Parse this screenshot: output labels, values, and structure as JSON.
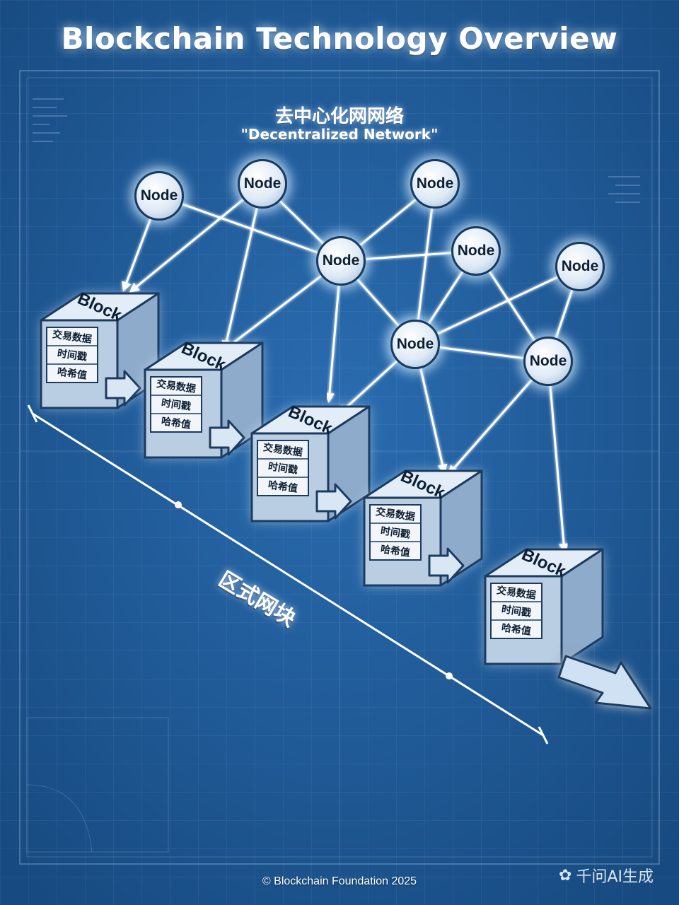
{
  "title": "Blockchain Technology Overview",
  "network": {
    "title_zh": "去中心化网网络",
    "title_en": "\"Decentralized Network\""
  },
  "nodes": [
    {
      "label": "Node"
    },
    {
      "label": "Node"
    },
    {
      "label": "Node"
    },
    {
      "label": "Node"
    },
    {
      "label": "Node"
    },
    {
      "label": "Node"
    },
    {
      "label": "Node"
    },
    {
      "label": "Node"
    }
  ],
  "blocks": [
    {
      "label": "Block",
      "fields": [
        "交易数据",
        "时间戳",
        "哈希值"
      ]
    },
    {
      "label": "Block",
      "fields": [
        "交易数据",
        "时间戳",
        "哈希值"
      ]
    },
    {
      "label": "Block",
      "fields": [
        "交易数据",
        "时间戳",
        "哈希值"
      ]
    },
    {
      "label": "Block",
      "fields": [
        "交易数据",
        "时间戳",
        "哈希值"
      ]
    },
    {
      "label": "Block",
      "fields": [
        "交易数据",
        "时间戳",
        "哈希值"
      ]
    }
  ],
  "chain_label": "区式网块",
  "footer": "© Blockchain Foundation 2025",
  "watermark": "千问AI生成",
  "colors": {
    "background": "#1f5c9a",
    "block_front": "#b9cde3",
    "block_top": "#e3edf7",
    "block_side": "#8eabcb",
    "link": "#ffffff"
  }
}
